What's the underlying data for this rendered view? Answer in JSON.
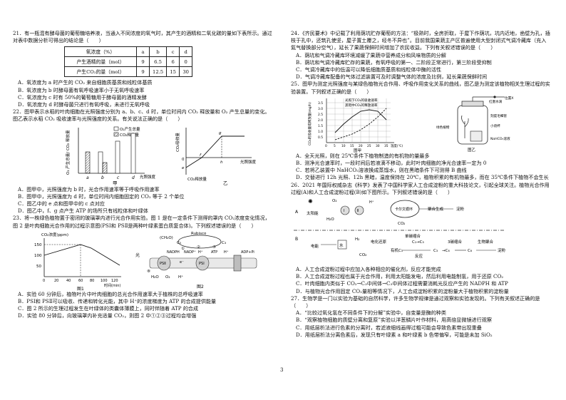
{
  "page_number": "3",
  "left": {
    "q21": {
      "stem": "21．有一瓶混有酵母菌的葡萄糖培养液，当通入不同浓度的氧气时，其产生的酒精和二氧化碳的量如下表所示。通过对表中数据分析可得出的结论是（　　）",
      "table": {
        "header": [
          "氧浓度（%）",
          "a",
          "b",
          "c",
          "d"
        ],
        "row1": [
          "产生酒精的量（mol）",
          "9",
          "6.5",
          "6",
          "0"
        ],
        "row2": [
          "产生CO₂的量（mol）",
          "9",
          "12.5",
          "15",
          "30"
        ]
      },
      "options": [
        "A．氧浓度为 a 时产生的 CO₂ 来自细胞质基质和线粒体基质",
        "B．氧浓度为 b 时酵母菌有氧呼吸速率小于无氧呼吸速率",
        "C．氧浓度为 c 时有 50%的葡萄糖用于酵母菌的酒精发酵",
        "D．氧浓度为 d 时酵母菌只进行有氧呼吸，未进行无氧呼吸"
      ]
    },
    "q22": {
      "stem": "22．图甲表示水稻的叶肉细胞在光照强度分别为 a、b、c、d 时，单位时间内 CO₂ 释放量和 O₂ 产生总量的变化。图乙表示水稻 CO₂ 吸收速率与光照强度的关系。有关说法正确的是（　　）",
      "fig_jia": {
        "ylabel": "O₂ 产生总量/ CO₂ 释放量",
        "legend": [
          "O₂产生总量",
          "CO₂释放量"
        ],
        "categories": [
          "a",
          "b",
          "c",
          "d"
        ],
        "xlabel": "光照强度",
        "caption": "甲"
      },
      "fig_yi": {
        "ylabel": "CO₂吸收量",
        "xlabel": "光照强度",
        "ylabel2": "CO₂释放量",
        "points": [
          "e",
          "f",
          "g",
          "h"
        ],
        "origin": "0",
        "caption": "乙"
      },
      "options": [
        "A．图甲中，光照强度为 b 时，光合作用速率等于呼吸作用速率",
        "B．图甲中，光照强度为 d 时，单位时间内细胞固定的 CO₂ 等于 2 个单位",
        "C．图乙中的 e 点和图甲中的 c 点对应",
        "D．图乙中，f、g 点产生 ATP 的场所只有线粒体和叶绿体"
      ]
    },
    "q23": {
      "stem": "23．将一株绿色植物置于密闭的玻璃罩内进行光合作用实验。图 1 是在一定条件下测得的罩内 CO₂浓度变化情况，图 2 是叶肉细胞光合作用的过程示意图(PSⅠ和 PSⅡ是两种叶绿素蛋白质复合体)。下列叙述错误的是（　　）",
      "fig1": {
        "ylabel": "CO₂浓度(ppm)",
        "yticks": [
          "150",
          "100",
          "50"
        ],
        "xticks": [
          "0",
          "20",
          "40",
          "60",
          "80",
          "100",
          "120"
        ],
        "xlabel": "时间(min)",
        "caption": "图1"
      },
      "fig2": {
        "labels": [
          "光",
          "(CH₂O)",
          "Rubisco",
          "C₅",
          "C₃",
          "NADPH",
          "NADP⁺",
          "H⁺",
          "ATP",
          "H⁺",
          "ADP+Pi",
          "PSⅡ",
          "PSⅠ",
          "H₂O",
          "O₂",
          "H⁺",
          "e⁻",
          "⑧",
          "①",
          "②",
          "③"
        ],
        "caption": "图2"
      },
      "options": [
        "A．实验 60 分钟后，植物叶片中叶肉细胞的总光合作用速率大于植株的总呼吸速率",
        "B．PSⅠ和 PSⅡ可以吸收、传递和转化光能，其中 H⁺的浓度梯度为 ATP 的合成提供能量",
        "C．图 2 所示的生理过程发生在叶绿体的类囊体薄膜上，同时伴随着 ATP 的合成",
        "D．实验 80 分钟后，向玻璃罩内补充适量 CO₂，则图 2 中①②③过程均会增强"
      ]
    }
  },
  "right": {
    "q24": {
      "stem": "24．《齐民要术》中记载了利用荫坑贮存葡萄的方法：“极熟时，全房折取，于屋下作荫坑，坑内近地，凿壁为孔，插枝于孔中，还筑孔使坚，屋子置土覆之，经冬不异也”。目前我国果蔬主产区普遍使用大型封闭式气调冷藏库（充入氮气替换部分空气），延长了果蔬保鲜时间增加了农民收益。下列有关叙述错误的是（　　）",
      "options": [
        "A．荫坑和气调冷藏库环境减缓了果蔬中营养成分和风味物质的分解",
        "B．荫坑和气调冷藏库贮存的果蔬，有氧呼吸的第一、二阶段正常进行，第三阶段受抑制",
        "C．气调冷藏库中的低温可以降低细胞质基质和线粒体中酶的活性",
        "D．气调冷藏库配备的气体过滤装置可及时调整气体的浓度及比例，延长果蔬保鲜时间"
      ]
    },
    "q25": {
      "stem": "25．图甲为测定光照强度与某绿色植物光合作用、呼吸作用变化关系的曲线，图乙是为测定该植物相关生理过程的实验装置。下列叙述正确的是（　　）",
      "fig_jia": {
        "ylabel": "CO₂的吸收量或释放量(mg/h)",
        "legend": [
          "光照下CO₂的吸收速率",
          "黑暗中CO₂的释放速率"
        ],
        "xlabel": "温度(℃)",
        "xticks": [
          "0",
          "5",
          "10",
          "15",
          "20",
          "25",
          "30",
          "35"
        ],
        "yticks": [
          "3.5",
          "3.0",
          "2.5",
          "2.0",
          "1.5",
          "1.0",
          "0.5"
        ],
        "caption": "图甲"
      },
      "fig_yi": {
        "labels": [
          "红墨水滴",
          "位置X",
          "刻度毛细管",
          "绿色植物",
          "NaHCO₃溶液",
          "小烧杯"
        ],
        "caption": "图乙"
      },
      "options": [
        "A．全天光照，则在 25℃条件下植物制造的有机物的量最多",
        "B．测净光合速率时，一段时间后若液滴不移动，此时叶肉细胞的净光合速率一定为 0",
        "C．若将乙装置中 NaHCO₃溶液换成蒸馏水，则在黑暗条件下可测得 B 曲线",
        "D．交替进行 12h 光照、12h 黑暗，温度保持在 20℃，植物积累的有机物最多，而在 35℃条件下植物不会生长"
      ]
    },
    "q26": {
      "stem": "26．2021 年国际权威杂志《科学》发表了中国科学家人工合成淀粉的重大科技论文，引起全球关注。植物光合作用过程(A)和人工合成淀粉过程(B)如下图所示。下列叙述错误的是（　　）",
      "diagram": {
        "labels": [
          "A",
          "太阳能",
          "H₂O",
          "O₂",
          "Ⅰ",
          "Ⅱ",
          "H⁺",
          "卡尔文循环",
          "CO₂",
          "聚合生成",
          "淀粉",
          "B",
          "电能",
          "水",
          "H₂",
          "电化还原",
          "CO₂",
          "有机C₁",
          "C₁→C₃",
          "反应",
          "C₃",
          "→C₆",
          "单碳缩合",
          "3碳缩合",
          "C₆",
          "生物聚合",
          "淀粉"
        ]
      },
      "options": [
        "A．人工合成淀粉过程中应加入各种相应的催化剂，反应才能完成",
        "B．人工合成淀粉过程也属于光合作用，利用太阳能发电，然后利用电能制氢，用于还原 CO₂",
        "C．叶肉细胞内类似于 CO₂→C₃中间体→C₃中间体过程需要消耗光反应产生的 NADPH 和 ATP",
        "D．与植物光合作用固定 CO₂量相等情况下，人工合成淀粉积累的淀粉量大于植物积累的淀粉量"
      ]
    },
    "q27": {
      "stem": "27．生物学是一门以实验为基础的自然科学，许多生物学规律是通过观察和实验发现的。下列有关叙述正确的是（　　）",
      "options": [
        "A．“比较过氧化氢在不同条件下的分解”实验中，自变量是酶的种类",
        "B．“观察植物细胞的质壁分离和复原”实验以洋葱鳞片叶作材料，用高倍显微镜进行观察",
        "C．用纸层析法进行色素的分离时，若滤液细线画得过粗可能会导致色素带出现重叠",
        "D．用纸层析法分离色素后，发现只有叶绿素 a 和叶绿素 b 色带偏窄，可能是未加 SiO₂"
      ]
    }
  }
}
